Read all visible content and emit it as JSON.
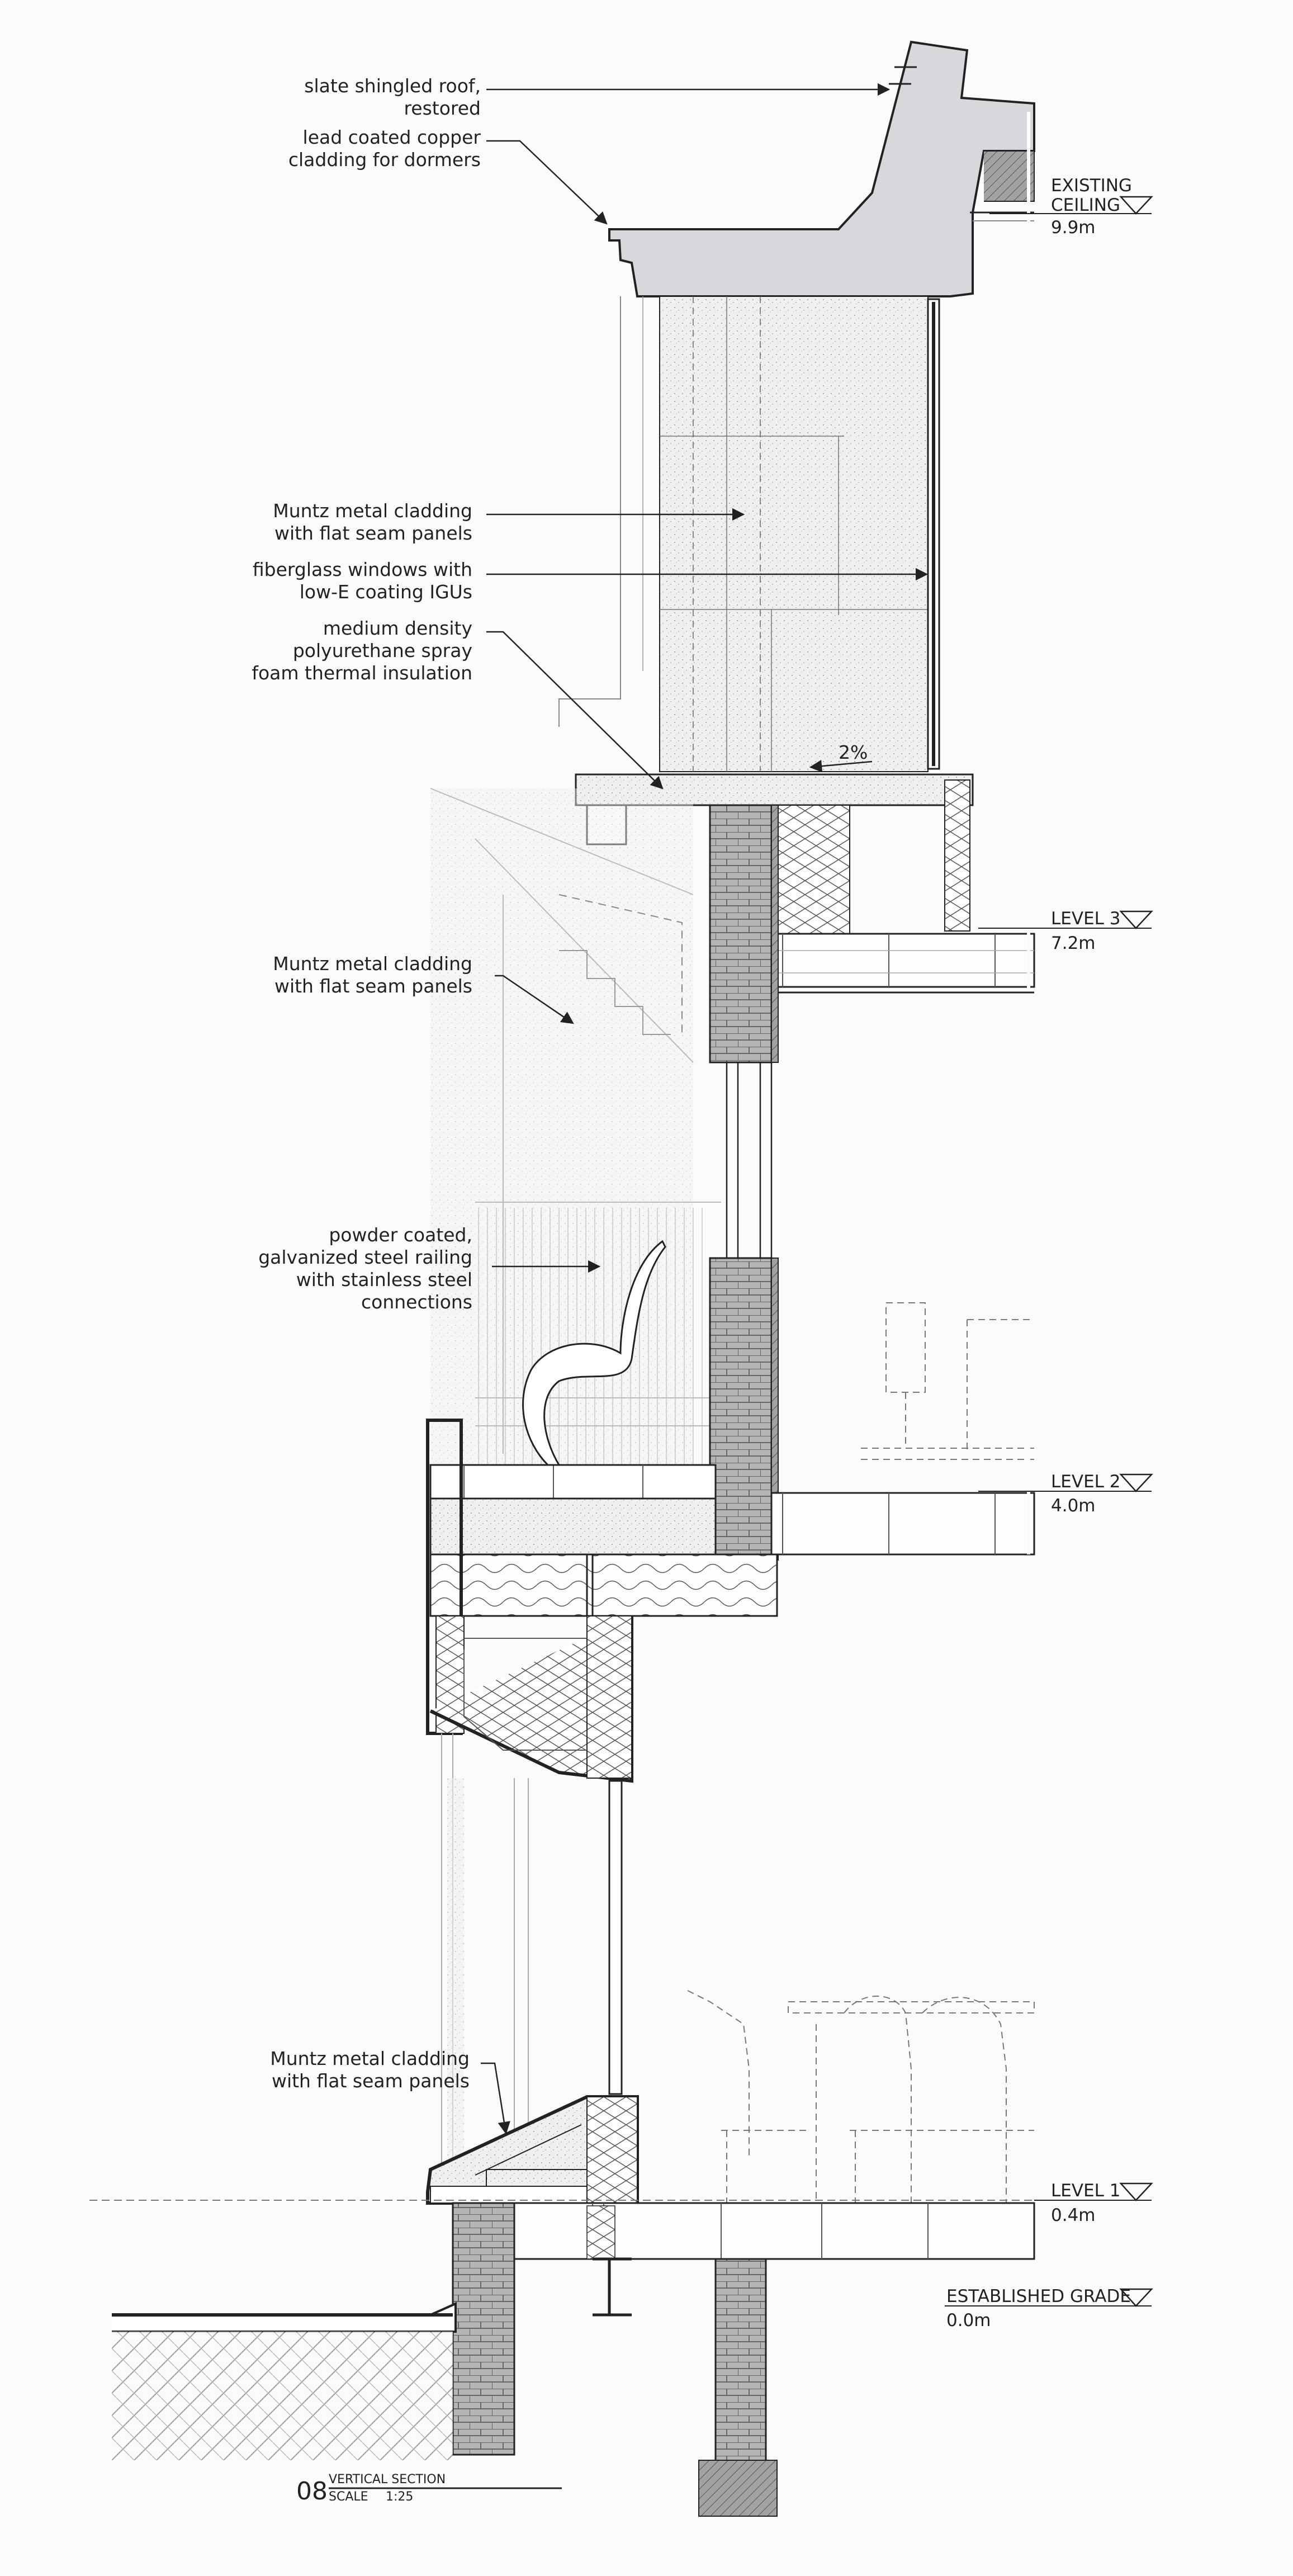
{
  "annotations": {
    "roof": [
      "slate shingled roof,",
      "restored"
    ],
    "dormer": [
      "lead coated copper",
      "cladding for dormers"
    ],
    "cladding_1": [
      "Muntz metal cladding",
      "with flat seam panels"
    ],
    "windows": [
      "fiberglass windows with",
      "low-E coating IGUs"
    ],
    "insulation": [
      "medium density",
      "polyurethane spray",
      "foam thermal insulation"
    ],
    "slope": "2%",
    "cladding_2": [
      "Muntz metal cladding",
      "with flat seam panels"
    ],
    "railing": [
      "powder coated,",
      "galvanized steel railing",
      "with stainless steel",
      "connections"
    ],
    "cladding_3": [
      "Muntz metal cladding",
      "with flat seam panels"
    ]
  },
  "levels": [
    {
      "name": [
        "EXISTING",
        "CEILING"
      ],
      "elevation": "9.9m"
    },
    {
      "name": [
        "LEVEL 3"
      ],
      "elevation": "7.2m"
    },
    {
      "name": [
        "LEVEL 2"
      ],
      "elevation": "4.0m"
    },
    {
      "name": [
        "LEVEL 1"
      ],
      "elevation": "0.4m"
    },
    {
      "name": [
        "ESTABLISHED GRADE"
      ],
      "elevation": "0.0m"
    }
  ],
  "title_block": {
    "number": "08",
    "title": "VERTICAL SECTION",
    "scale_label": "SCALE",
    "scale_value": "1:25"
  },
  "colors": {
    "ink": "#222222",
    "roof_fill": "#d8d8dc",
    "insulation_fill": "#ececec",
    "masonry_fill": "#9a9a9a",
    "background": "#fbfbfb"
  }
}
